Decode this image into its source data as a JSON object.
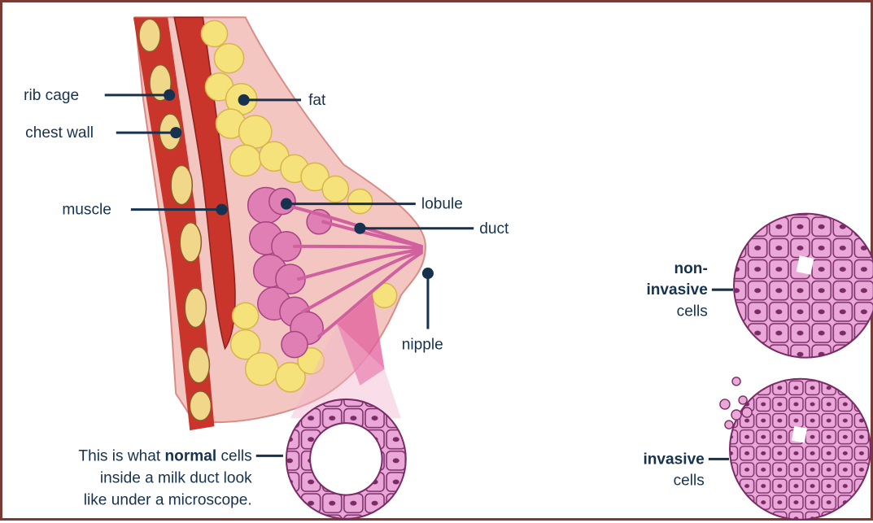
{
  "labels": {
    "rib_cage": "rib cage",
    "chest_wall": "chest wall",
    "muscle": "muscle",
    "fat": "fat",
    "lobule": "lobule",
    "duct": "duct",
    "nipple": "nipple",
    "non_invasive_line1": "non-",
    "non_invasive_line2": "invasive",
    "non_invasive_line3": "cells",
    "invasive_line1": "invasive",
    "invasive_line2": "cells",
    "caption_line1_pre": "This is what ",
    "caption_line1_bold": "normal",
    "caption_line1_post": " cells",
    "caption_line2": "inside a milk duct look",
    "caption_line3": "like under a microscope."
  },
  "colors": {
    "frame": "#7a3b34",
    "label_text": "#16324f",
    "muscle": "#c9352b",
    "fat": "#f6e27a",
    "skin": "#f4c6c2",
    "tissue": "#e07fb3",
    "cells": "#e9a8d8"
  }
}
